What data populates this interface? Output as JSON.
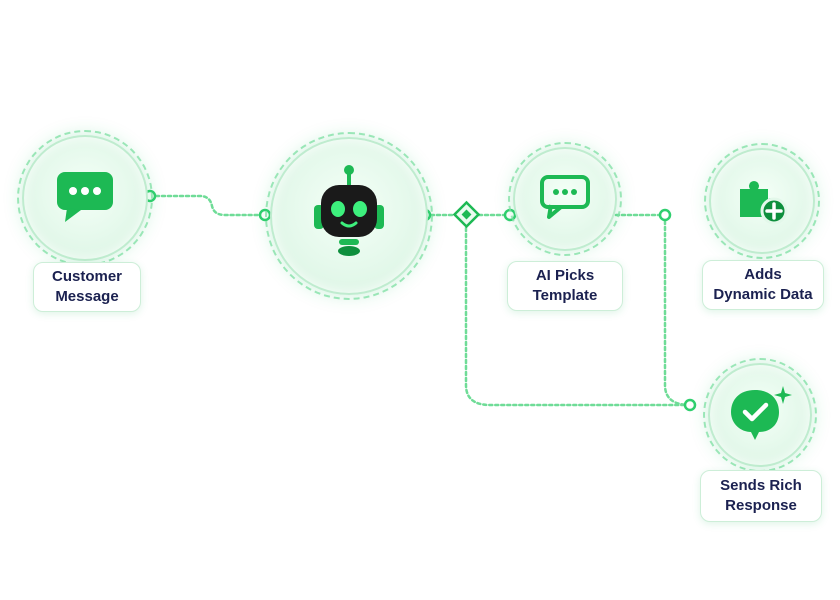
{
  "steps": [
    {
      "id": "customer-message",
      "lines": [
        "Customer",
        "Message"
      ],
      "icon": "chat-bubble-icon"
    },
    {
      "id": "ai-bot",
      "icon": "robot-icon"
    },
    {
      "id": "ai-picks-template",
      "lines": [
        "AI Picks",
        "Template"
      ],
      "icon": "chat-template-icon"
    },
    {
      "id": "adds-dynamic-data",
      "lines": [
        "Adds",
        "Dynamic Data"
      ],
      "icon": "puzzle-plus-icon"
    },
    {
      "id": "sends-rich-response",
      "lines": [
        "Sends Rich",
        "Response"
      ],
      "icon": "check-bubble-icon"
    }
  ],
  "colors": {
    "accent": "#1db954",
    "accent_dark": "#0e8f3d",
    "connector": "#5fd68c",
    "text": "#1b2150"
  }
}
